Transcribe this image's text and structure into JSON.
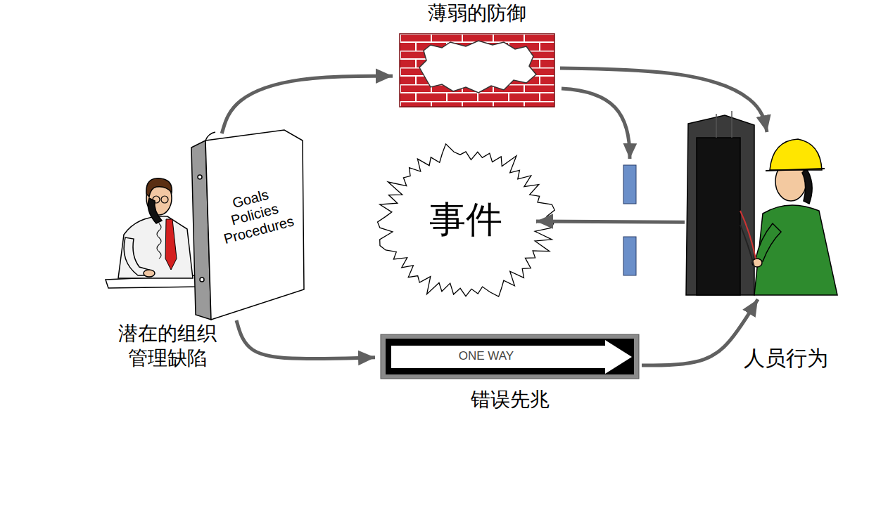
{
  "diagram": {
    "nodes": [
      {
        "text": [
          "薄弱的防御"
        ]
      },
      {
        "text": [
          "Goals Policies Procedures",
          "潜在的组织 管理缺陷"
        ]
      },
      {
        "text": [
          "事件"
        ]
      },
      {
        "text": [
          "人员行为"
        ]
      },
      {
        "text": [
          "ONE WAY",
          "错误先兆"
        ]
      }
    ],
    "edges": [
      {
        "from": 1,
        "to": 0,
        "arrow": "to"
      },
      {
        "from": 0,
        "to": 3,
        "arrow": "to"
      },
      {
        "from": 3,
        "to": 2,
        "arrow": "to"
      },
      {
        "from": 1,
        "to": 4,
        "arrow": "to"
      },
      {
        "from": 4,
        "to": 3,
        "arrow": "to"
      }
    ]
  }
}
